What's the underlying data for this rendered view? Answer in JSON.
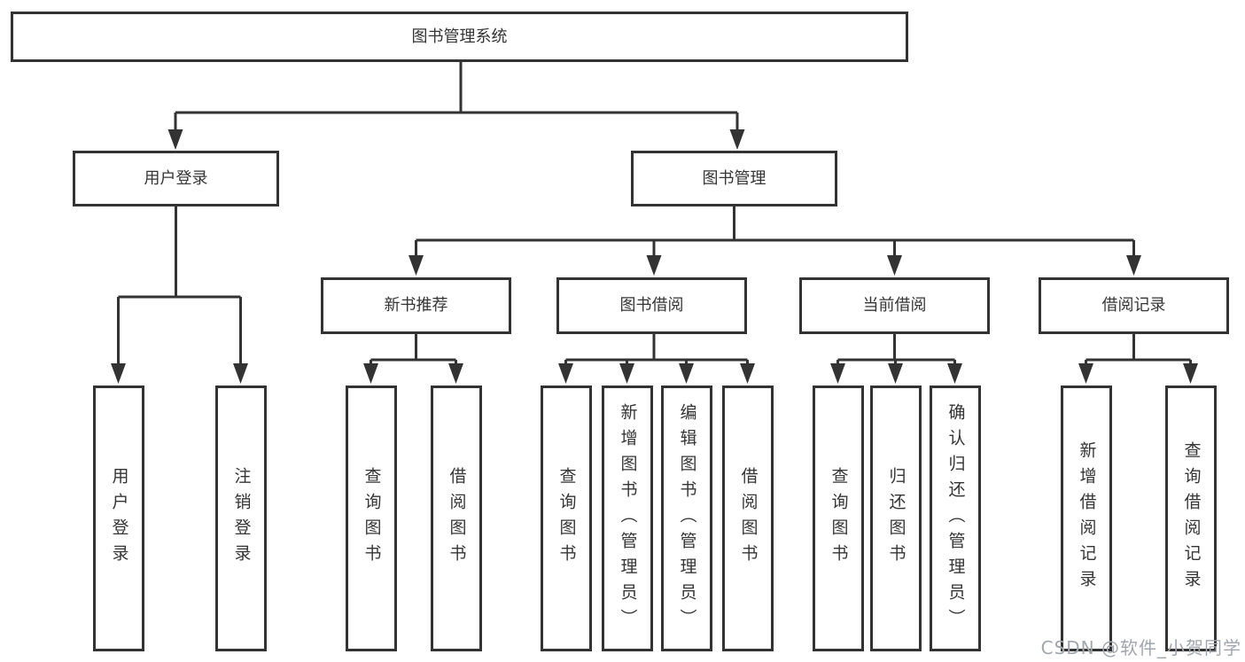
{
  "tree": {
    "root": {
      "label": "图书管理系统",
      "children": [
        {
          "label": "用户登录",
          "children": [
            {
              "label": "用户登录"
            },
            {
              "label": "注销登录"
            }
          ]
        },
        {
          "label": "图书管理",
          "children": [
            {
              "label": "新书推荐",
              "children": [
                {
                  "label": "查询图书"
                },
                {
                  "label": "借阅图书"
                }
              ]
            },
            {
              "label": "图书借阅",
              "children": [
                {
                  "label": "查询图书"
                },
                {
                  "label": "新增图书（管理员）"
                },
                {
                  "label": "编辑图书（管理员）"
                },
                {
                  "label": "借阅图书"
                }
              ]
            },
            {
              "label": "当前借阅",
              "children": [
                {
                  "label": "查询图书"
                },
                {
                  "label": "归还图书"
                },
                {
                  "label": "确认归还（管理员）"
                }
              ]
            },
            {
              "label": "借阅记录",
              "children": [
                {
                  "label": "新增借阅记录"
                },
                {
                  "label": "查询借阅记录"
                }
              ]
            }
          ]
        }
      ]
    }
  },
  "watermark": {
    "text": "CSDN @软件_小贺同学"
  },
  "colors": {
    "line": "#333333",
    "box_border": "#333333",
    "box_fill": "#ffffff",
    "text": "#353535",
    "watermark_text": "#a2a6ad",
    "background": "#ffffff"
  }
}
